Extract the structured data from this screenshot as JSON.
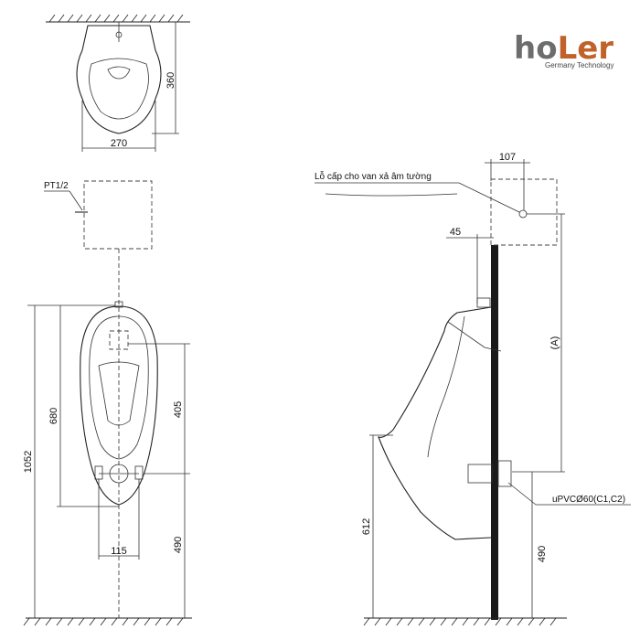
{
  "logo": {
    "brand_part1": "ho",
    "brand_part2": "Ler",
    "tagline": "Germany Technology",
    "colors": {
      "primary": "#6d6d6d",
      "accent": "#c0622a"
    }
  },
  "top_view": {
    "depth_label": "360",
    "width_label": "270"
  },
  "front_view": {
    "pipe_label": "PT1/2",
    "height_total_label": "1052",
    "height_bowl_label": "680",
    "height_upper_label": "405",
    "height_outlet_label": "490",
    "outlet_width_label": "115"
  },
  "side_view": {
    "inlet_note": "Lỗ cấp cho van xả âm tường",
    "offset_top_label": "107",
    "offset_wall_label": "45",
    "variable_label": "(A)",
    "drain_label": "uPVCØ60(C1,C2)",
    "rim_height_label": "612",
    "outlet_height_label": "490"
  }
}
